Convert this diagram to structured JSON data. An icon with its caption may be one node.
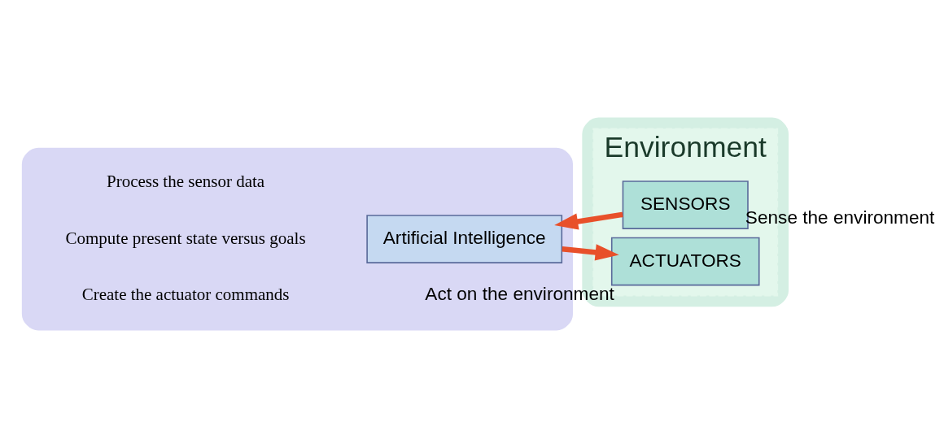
{
  "diagram": {
    "nodes": [
      {
        "text": [],
        "shape": "box"
      },
      {
        "text": [
          "Artificial Intelligence"
        ],
        "in": 0,
        "beside": [
          "Process the sensor data",
          "Compute present state versus goals",
          "Create the actuator commands"
        ]
      },
      {
        "text": [],
        "shape": "box"
      },
      {
        "text": [
          "Environment"
        ],
        "in": 2
      },
      {
        "text": [
          "SENSORS"
        ],
        "in": 3,
        "beside": [
          "Sense the environment"
        ]
      },
      {
        "text": [
          "ACTUATORS"
        ],
        "in": 3,
        "beside": [
          "Act on the environment"
        ]
      }
    ],
    "edges": [
      {
        "from": 4,
        "to": 1,
        "arrow": "to"
      },
      {
        "from": 1,
        "to": 5,
        "arrow": "to"
      }
    ]
  }
}
